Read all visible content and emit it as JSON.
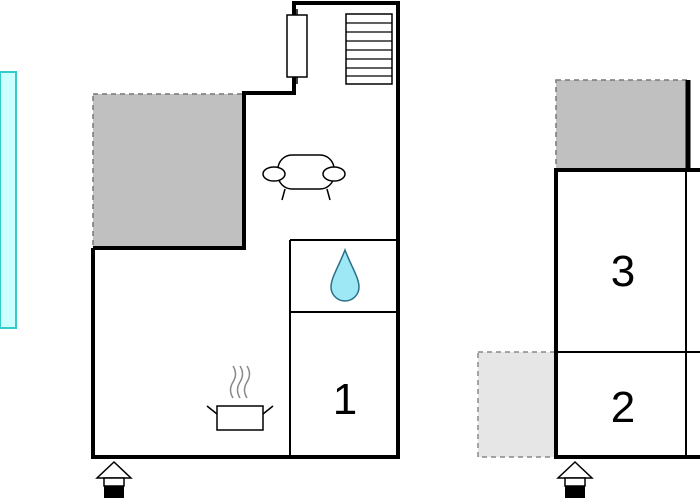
{
  "floor_plan": {
    "rooms": [
      {
        "label": "1"
      },
      {
        "label": "2"
      },
      {
        "label": "3"
      }
    ],
    "icons": {
      "pool": "pool-icon",
      "stairs": "stairs-icon",
      "radiator": "radiator-icon",
      "sofa": "sofa-icon",
      "water": "water-drop-icon",
      "kitchen": "cooking-pot-icon",
      "entrance_left": "entrance-arrow-icon",
      "entrance_right": "entrance-arrow-icon"
    },
    "colors": {
      "wall": "#000000",
      "terrace": "#c0c0c0",
      "terrace_light": "#e6e6e6",
      "pool_fill": "#ccffff",
      "pool_stroke": "#33cccc",
      "water_fill": "#9ee8f5",
      "water_stroke": "#2a6f8a"
    }
  }
}
